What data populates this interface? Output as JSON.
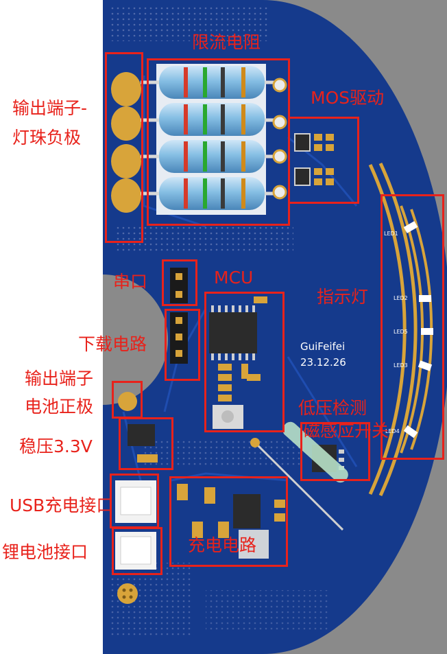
{
  "labels": {
    "resistor": "限流电阻",
    "mos": "MOS驱动",
    "output_neg_1": "输出端子-",
    "output_neg_2": "灯珠负极",
    "serial": "串口",
    "mcu": "MCU",
    "indicator": "指示灯",
    "download": "下载电路",
    "output_pos_1": "输出端子",
    "output_pos_2": "电池正极",
    "lowvolt": "低压检测",
    "reed": "磁感应开关",
    "regulator": "稳压3.3V",
    "usb": "USB充电接口",
    "battery": "锂电池接口",
    "charge": "充电电路"
  },
  "board": {
    "author": "GuiFeifei",
    "date": "23.12.26",
    "led_refs": [
      "LED1",
      "LED2",
      "LED5",
      "LED3",
      "LED4"
    ]
  },
  "colors": {
    "annotation": "#e8221b",
    "pcb": "#153a8c",
    "background_panel": "#8a8a8a",
    "gold": "#d8a43a"
  }
}
